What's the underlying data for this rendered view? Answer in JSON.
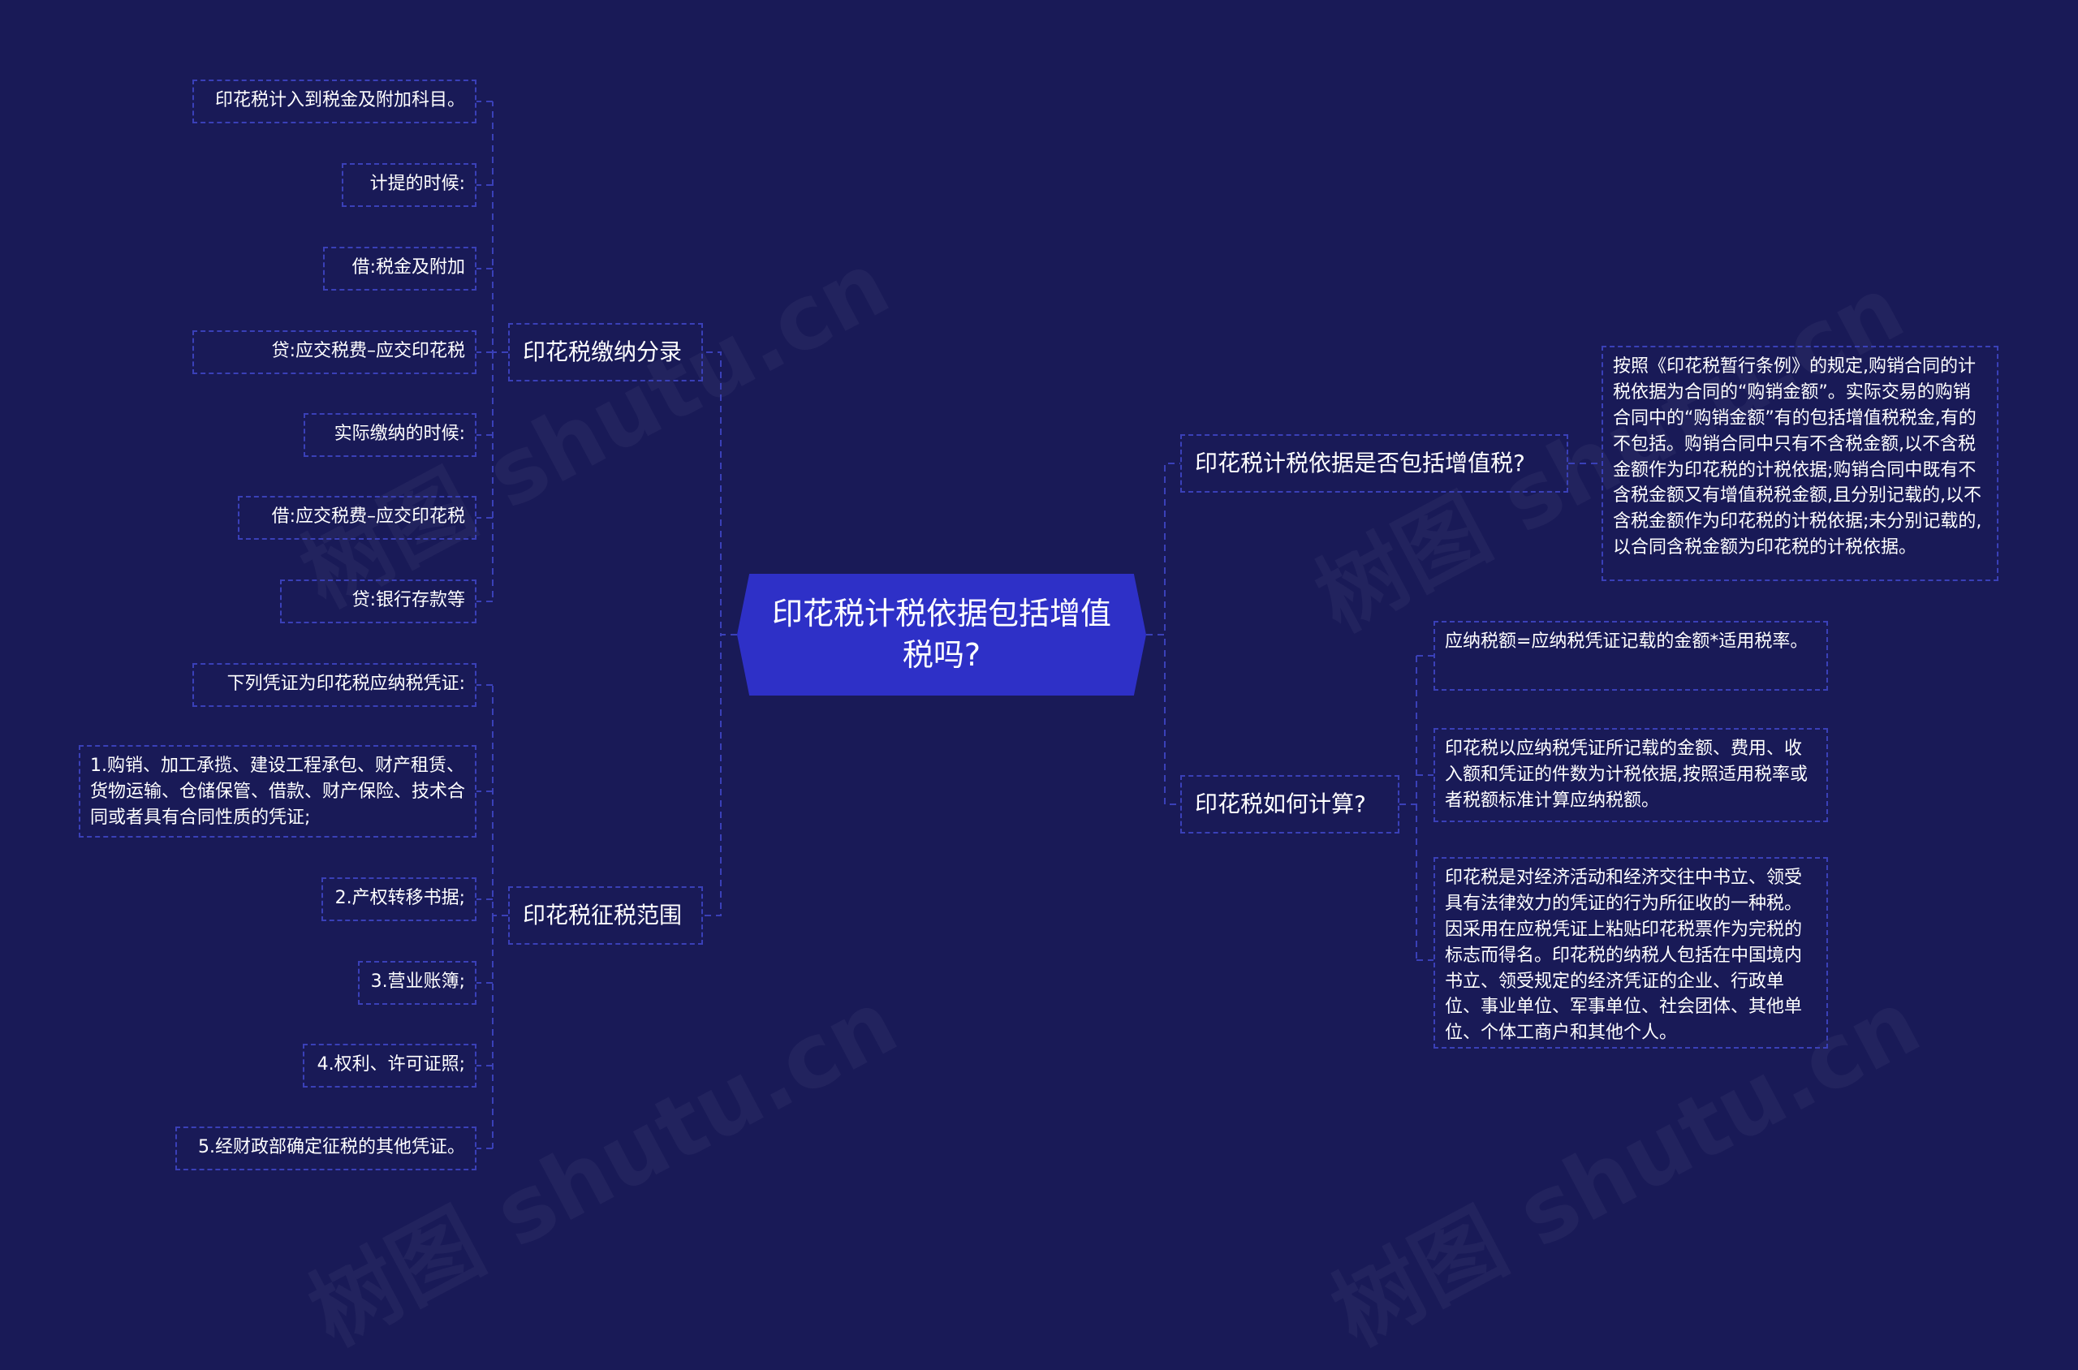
{
  "colors": {
    "background": "#191a57",
    "root": "#2e30c7",
    "border": "#3a40b8",
    "text": "#ffffff"
  },
  "root": {
    "label": "印花税计税依据包括增值税吗?"
  },
  "branches": {
    "entries": {
      "label": "印花税缴纳分录",
      "leaves": [
        "印花税计入到税金及附加科目。",
        "计提的时候:",
        "借:税金及附加",
        "贷:应交税费–应交印花税",
        "实际缴纳的时候:",
        "借:应交税费–应交印花税",
        "贷:银行存款等"
      ]
    },
    "scope": {
      "label": "印花税征税范围",
      "leaves": [
        "下列凭证为印花税应纳税凭证:",
        "1.购销、加工承揽、建设工程承包、财产租赁、货物运输、仓储保管、借款、财产保险、技术合同或者具有合同性质的凭证;",
        "2.产权转移书据;",
        "3.营业账簿;",
        "4.权利、许可证照;",
        "5.经财政部确定征税的其他凭证。"
      ]
    },
    "basis": {
      "label": "印花税计税依据是否包括增值税?",
      "leaves": [
        "按照《印花税暂行条例》的规定,购销合同的计税依据为合同的“购销金额”。实际交易的购销合同中的“购销金额”有的包括增值税税金,有的不包括。购销合同中只有不含税金额,以不含税金额作为印花税的计税依据;购销合同中既有不含税金额又有增值税税金额,且分别记载的,以不含税金额作为印花税的计税依据;未分别记载的,以合同含税金额为印花税的计税依据。"
      ]
    },
    "calc": {
      "label": "印花税如何计算?",
      "leaves": [
        "应纳税额=应纳税凭证记载的金额*适用税率。",
        "印花税以应纳税凭证所记载的金额、费用、收入额和凭证的件数为计税依据,按照适用税率或者税额标准计算应纳税额。",
        "印花税是对经济活动和经济交往中书立、领受具有法律效力的凭证的行为所征收的一种税。因采用在应税凭证上粘贴印花税票作为完税的标志而得名。印花税的纳税人包括在中国境内书立、领受规定的经济凭证的企业、行政单位、事业单位、军事单位、社会团体、其他单位、个体工商户和其他个人。"
      ]
    }
  },
  "watermark": "树图 shutu.cn"
}
